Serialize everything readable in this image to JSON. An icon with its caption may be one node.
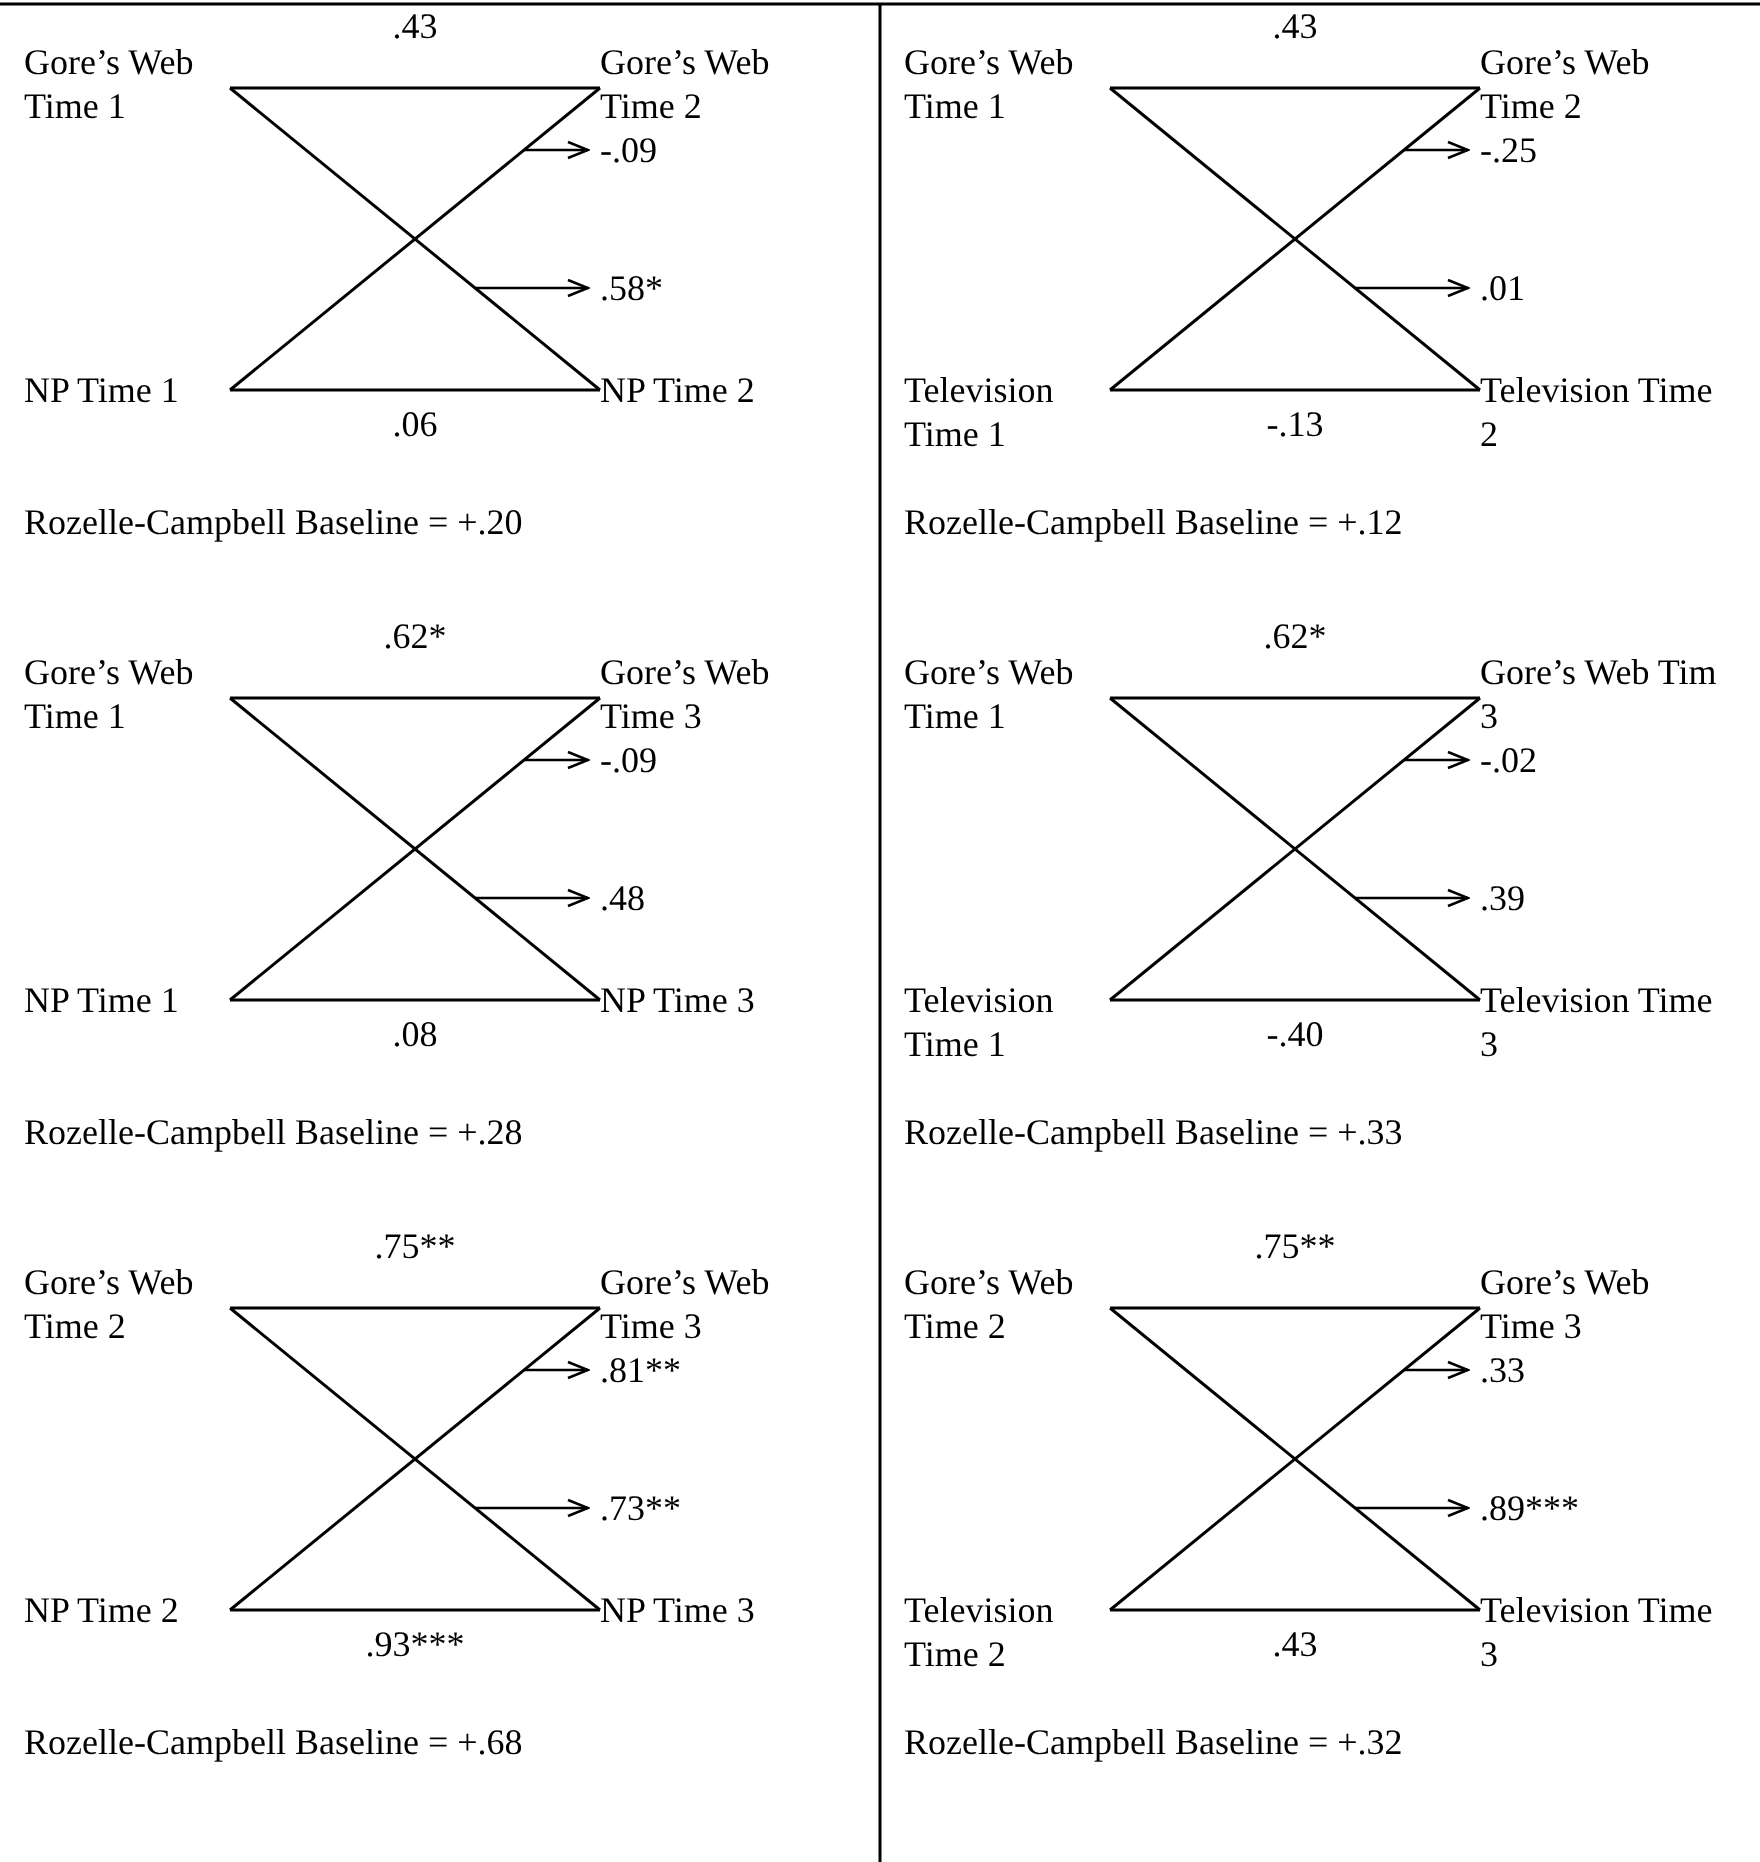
{
  "diagram": {
    "nodes": [
      {
        "text": [
          "Gore’s Web Time 1"
        ]
      },
      {
        "text": [
          "Gore’s Web Time 2"
        ]
      },
      {
        "text": [
          "NP Time 1"
        ]
      },
      {
        "text": [
          "NP Time 2"
        ]
      },
      {
        "text": [
          "Gore’s Web Time 1"
        ]
      },
      {
        "text": [
          "Gore’s Web Time 2"
        ]
      },
      {
        "text": [
          "Television Time 1"
        ]
      },
      {
        "text": [
          "Television Time 2"
        ]
      },
      {
        "text": [
          "Gore’s Web Time 1"
        ]
      },
      {
        "text": [
          "Gore’s Web Time 3"
        ]
      },
      {
        "text": [
          "NP Time 1"
        ]
      },
      {
        "text": [
          "NP Time 3"
        ]
      },
      {
        "text": [
          "Gore’s Web Time 1"
        ]
      },
      {
        "text": [
          "Gore’s Web Tim 3"
        ]
      },
      {
        "text": [
          "Television Time 1"
        ]
      },
      {
        "text": [
          "Television Time 3"
        ]
      },
      {
        "text": [
          "Gore’s Web Time 2"
        ]
      },
      {
        "text": [
          "Gore’s Web Time 3"
        ]
      },
      {
        "text": [
          "NP Time 2"
        ]
      },
      {
        "text": [
          "NP Time 3"
        ]
      },
      {
        "text": [
          "Gore’s Web Time 2"
        ]
      },
      {
        "text": [
          "Gore’s Web Time 3"
        ]
      },
      {
        "text": [
          "Television Time 2"
        ]
      },
      {
        "text": [
          "Television Time 3"
        ]
      }
    ],
    "edges": [
      {
        "from": 0,
        "to": 1,
        "arrow": "none",
        "label": ".43"
      },
      {
        "from": 2,
        "to": 3,
        "arrow": "none",
        "label": ".06"
      },
      {
        "from": 2,
        "to": 1,
        "arrow": "none",
        "label": "-.09"
      },
      {
        "from": 0,
        "to": 3,
        "arrow": "none",
        "label": ".58*"
      },
      {
        "from": 4,
        "to": 5,
        "arrow": "none",
        "label": ".43"
      },
      {
        "from": 6,
        "to": 7,
        "arrow": "none",
        "label": "-.13"
      },
      {
        "from": 6,
        "to": 5,
        "arrow": "none",
        "label": "-.25"
      },
      {
        "from": 4,
        "to": 7,
        "arrow": "none",
        "label": ".01"
      },
      {
        "from": 8,
        "to": 9,
        "arrow": "none",
        "label": ".62*"
      },
      {
        "from": 10,
        "to": 11,
        "arrow": "none",
        "label": ".08"
      },
      {
        "from": 10,
        "to": 9,
        "arrow": "none",
        "label": "-.09"
      },
      {
        "from": 8,
        "to": 11,
        "arrow": "none",
        "label": ".48"
      },
      {
        "from": 12,
        "to": 13,
        "arrow": "none",
        "label": ".62*"
      },
      {
        "from": 14,
        "to": 15,
        "arrow": "none",
        "label": "-.40"
      },
      {
        "from": 14,
        "to": 13,
        "arrow": "none",
        "label": "-.02"
      },
      {
        "from": 12,
        "to": 15,
        "arrow": "none",
        "label": ".39"
      },
      {
        "from": 16,
        "to": 17,
        "arrow": "none",
        "label": ".75**"
      },
      {
        "from": 18,
        "to": 19,
        "arrow": "none",
        "label": ".93***"
      },
      {
        "from": 18,
        "to": 17,
        "arrow": "none",
        "label": ".81**"
      },
      {
        "from": 16,
        "to": 19,
        "arrow": "none",
        "label": ".73**"
      },
      {
        "from": 20,
        "to": 21,
        "arrow": "none",
        "label": ".75**"
      },
      {
        "from": 22,
        "to": 23,
        "arrow": "none",
        "label": ".43"
      },
      {
        "from": 22,
        "to": 21,
        "arrow": "none",
        "label": ".33"
      },
      {
        "from": 20,
        "to": 23,
        "arrow": "none",
        "label": ".89***"
      }
    ],
    "labels": [
      "Rozelle-Campbell Baseline = +.20",
      "Rozelle-Campbell Baseline = +.12",
      "Rozelle-Campbell Baseline = +.28",
      "Rozelle-Campbell Baseline = +.33",
      "Rozelle-Campbell Baseline = +.68",
      "Rozelle-Campbell Baseline = +.32"
    ]
  }
}
